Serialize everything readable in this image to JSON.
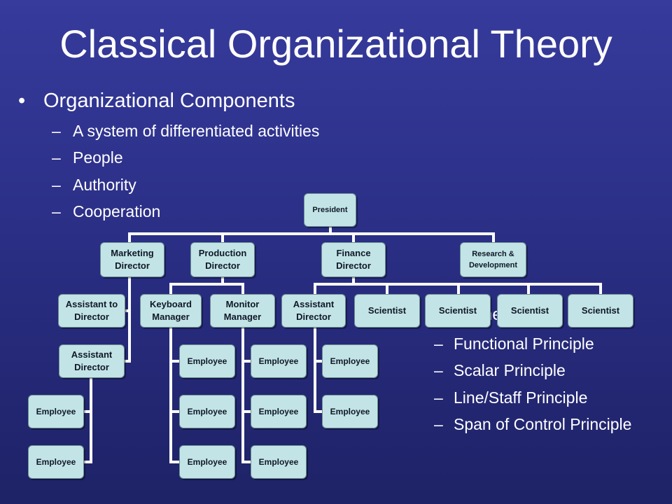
{
  "slide": {
    "title": "Classical Organizational Theory"
  },
  "bullets": {
    "main_bullet": {
      "marker": "•",
      "text": "Organizational  Components"
    },
    "components": [
      {
        "dash": "–",
        "text": "A system of differentiated activities"
      },
      {
        "dash": "–",
        "text": "People"
      },
      {
        "dash": "–",
        "text": "Authority"
      },
      {
        "dash": "–",
        "text": "Cooperation"
      }
    ],
    "hidden_bullet_fragment": "ne",
    "principles": [
      {
        "dash": "–",
        "text": "Functional Principle"
      },
      {
        "dash": "–",
        "text": "Scalar Principle"
      },
      {
        "dash": "–",
        "text": "Line/Staff Principle"
      },
      {
        "dash": "–",
        "text": "Span of Control Principle"
      }
    ]
  },
  "org_chart": {
    "president": "President",
    "marketing_director": "Marketing Director",
    "production_director": "Production Director",
    "finance_director": "Finance Director",
    "research_development": "Research & Development",
    "assistant_to_director": "Assistant to Director",
    "assistant_director_marketing": "Assistant Director",
    "keyboard_manager": "Keyboard Manager",
    "monitor_manager": "Monitor Manager",
    "assistant_director_finance": "Assistant Director",
    "scientists": [
      "Scientist",
      "Scientist",
      "Scientist",
      "Scientist"
    ],
    "marketing_employees": [
      "Employee",
      "Employee"
    ],
    "keyboard_employees": [
      "Employee",
      "Employee",
      "Employee"
    ],
    "monitor_employees": [
      "Employee",
      "Employee",
      "Employee"
    ],
    "finance_employees": [
      "Employee",
      "Employee"
    ]
  }
}
